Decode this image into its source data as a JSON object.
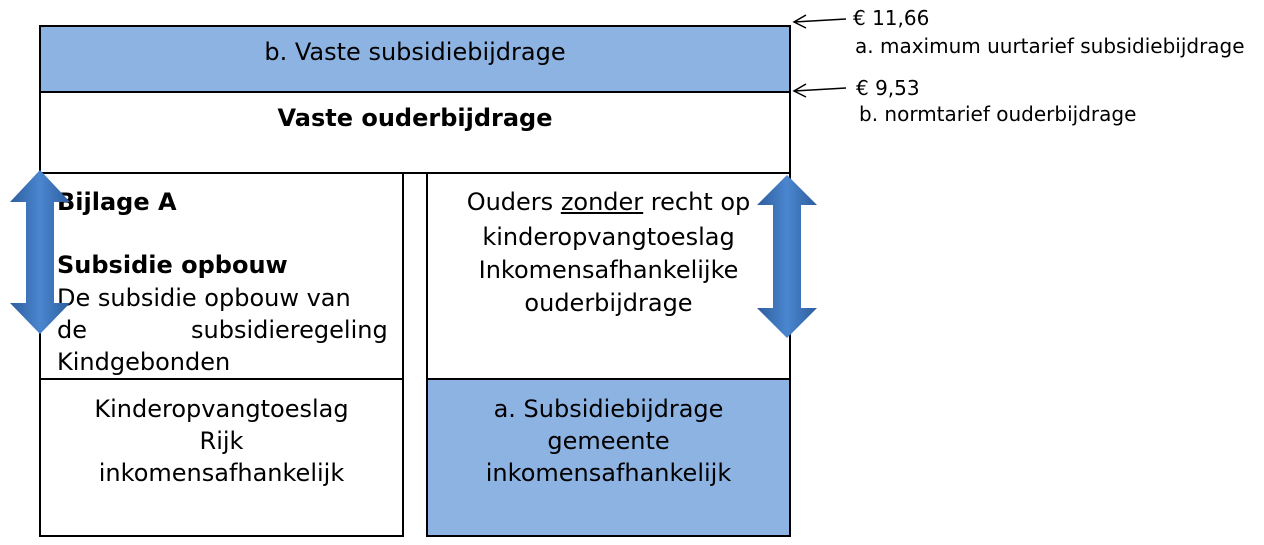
{
  "top_band": {
    "label": "b. Vaste subsidiebijdrage"
  },
  "fixed_contribution": {
    "label": "Vaste ouderbijdrage"
  },
  "left_panel": {
    "heading": "Bijlage A",
    "subheading": "Subsidie opbouw",
    "body_line1": "De subsidie opbouw van",
    "body_line2_left": "de",
    "body_line2_right": "subsidieregeling",
    "body_line3": "Kindgebonden"
  },
  "right_panel": {
    "line1_pre": "Ouders ",
    "line1_underlined": "zonder",
    "line1_post": " recht op",
    "line2": "kinderopvangtoeslag",
    "line3": "Inkomensafhankelijke",
    "line4": "ouderbijdrage"
  },
  "bottom_left": {
    "line1": "Kinderopvangtoeslag",
    "line2": "Rijk",
    "line3": "inkomensafhankelijk"
  },
  "bottom_right": {
    "line1": "a. Subsidiebijdrage",
    "line2": "gemeente",
    "line3": "inkomensafhankelijk"
  },
  "annotations": {
    "max_rate_value": "€ 11,66",
    "max_rate_label": "a. maximum uurtarief subsidiebijdrage",
    "norm_rate_value": "€ 9,53",
    "norm_rate_label": "b. normtarief ouderbijdrage"
  },
  "colors": {
    "fill_blue": "#8db3e2",
    "arrow_blue": "#3a74c2"
  }
}
